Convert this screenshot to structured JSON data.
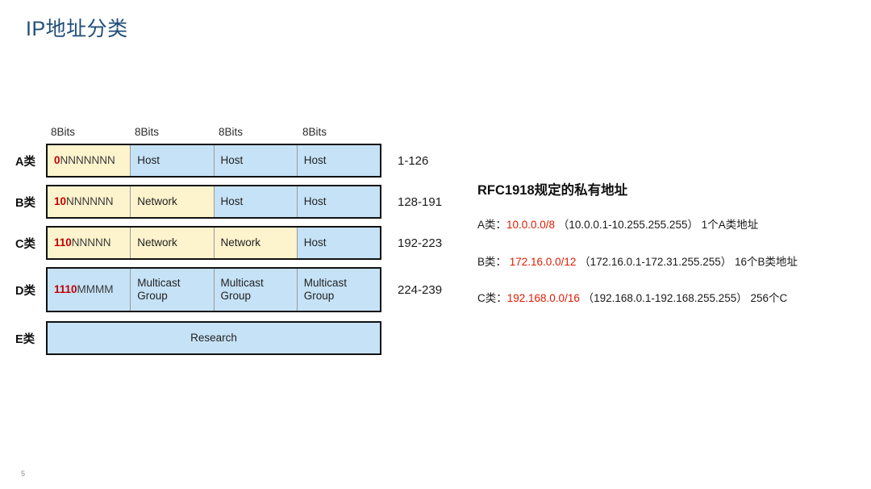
{
  "slide": {
    "title": "IP地址分类",
    "page_number": "5",
    "accent_color": "#1f4e79",
    "highlight_red": "#c00000",
    "cidr_red": "#e01b00",
    "yellow_cell": "#fdf3cd",
    "blue_cell": "#c6e2f7"
  },
  "diagram": {
    "bit_headers": [
      "8Bits",
      "8Bits",
      "8Bits",
      "8Bits"
    ],
    "rows": [
      {
        "label": "A类",
        "range": "1-126",
        "cells": [
          {
            "prefix": "0",
            "rest": "NNNNNNN",
            "fill": "yellow"
          },
          {
            "text": "Host",
            "fill": "blue"
          },
          {
            "text": "Host",
            "fill": "blue"
          },
          {
            "text": "Host",
            "fill": "blue"
          }
        ]
      },
      {
        "label": "B类",
        "range": "128-191",
        "cells": [
          {
            "prefix": "10",
            "rest": "NNNNNN",
            "fill": "yellow"
          },
          {
            "text": "Network",
            "fill": "yellow"
          },
          {
            "text": "Host",
            "fill": "blue"
          },
          {
            "text": "Host",
            "fill": "blue"
          }
        ]
      },
      {
        "label": "C类",
        "range": "192-223",
        "cells": [
          {
            "prefix": "110",
            "rest": "NNNNN",
            "fill": "yellow"
          },
          {
            "text": "Network",
            "fill": "yellow"
          },
          {
            "text": "Network",
            "fill": "yellow"
          },
          {
            "text": "Host",
            "fill": "blue"
          }
        ]
      },
      {
        "label": "D类",
        "range": "224-239",
        "cells": [
          {
            "prefix": "1110",
            "rest": "MMMM",
            "fill": "blue"
          },
          {
            "text": "Multicast\nGroup",
            "fill": "blue"
          },
          {
            "text": "Multicast\nGroup",
            "fill": "blue"
          },
          {
            "text": "Multicast\nGroup",
            "fill": "blue"
          }
        ]
      },
      {
        "label": "E类",
        "range": "",
        "cells": [
          {
            "text": "Research",
            "fill": "blue",
            "span": 4,
            "center": true
          }
        ]
      }
    ]
  },
  "panel": {
    "heading": "RFC1918规定的私有地址",
    "lines": [
      {
        "class_label": "A类：",
        "cidr": "10.0.0.0/8",
        "range": "（10.0.0.1-10.255.255.255）",
        "count": "1个A类地址"
      },
      {
        "class_label": "B类： ",
        "cidr": "172.16.0.0/12",
        "range": "（172.16.0.1-172.31.255.255）",
        "count": "16个B类地址"
      },
      {
        "class_label": "C类：",
        "cidr": "192.168.0.0/16",
        "range": "（192.168.0.1-192.168.255.255）",
        "count": "256个C"
      }
    ]
  }
}
